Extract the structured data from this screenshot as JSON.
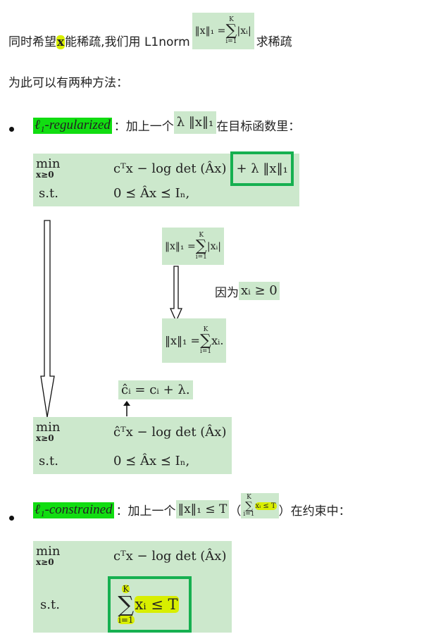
{
  "line1": {
    "a": "同时希望",
    "x": "x",
    "b": "能稀疏,我们用 L1norm",
    "c": "求稀疏"
  },
  "norm_def": {
    "lhs": "‖x‖₁ =",
    "sum": "∑",
    "top": "K",
    "bottom": "i=1",
    "rhs": "|xᵢ|"
  },
  "line2": "为此可以有两种方法：",
  "bullet1": {
    "label": "ℓ₁-regularized",
    "text_a": "：加上一个",
    "term": "λ ‖x‖₁",
    "text_b": "在目标函数里："
  },
  "problem1": {
    "min": "min",
    "sub": "x≥0",
    "obj": "cᵀx − log det (Âx)",
    "reg": "+ λ ‖x‖₁",
    "st": "s.t.",
    "cons": "0  ⪯  Âx  ⪯  Iₙ,"
  },
  "norm_def2": {
    "lhs": "‖x‖₁ =",
    "sum": "∑",
    "top": "K",
    "bottom": "i=1",
    "rhs": "|xᵢ|"
  },
  "because": {
    "text": "因为",
    "cond": "xᵢ ≥ 0"
  },
  "norm_def3": {
    "lhs": "‖x‖₁ =",
    "sum": "∑",
    "top": "K",
    "bottom": "i=1",
    "rhs": "xᵢ."
  },
  "chat": "ĉᵢ = cᵢ + λ.",
  "problem2": {
    "min": "min",
    "sub": "x≥0",
    "obj": "ĉᵀx − log det (Âx)",
    "st": "s.t.",
    "cons": "0  ⪯  Âx  ⪯  Iₙ,"
  },
  "bullet2": {
    "label": "ℓ₁-constrained",
    "text_a": "：加上一个",
    "term": "‖x‖₁ ≤ T",
    "paren_open": "（",
    "sum_top": "K",
    "sum": "∑",
    "sum_bottom": "i=1",
    "sum_rhs": "xᵢ ≤ T",
    "paren_close": "）",
    "text_b": "在约束中："
  },
  "problem3": {
    "min": "min",
    "sub": "x≥0",
    "obj": "cᵀx − log det (Âx)",
    "st": "s.t.",
    "sum": "∑",
    "top": "K",
    "bottom": "i=1",
    "cons": "xᵢ ≤ T"
  }
}
